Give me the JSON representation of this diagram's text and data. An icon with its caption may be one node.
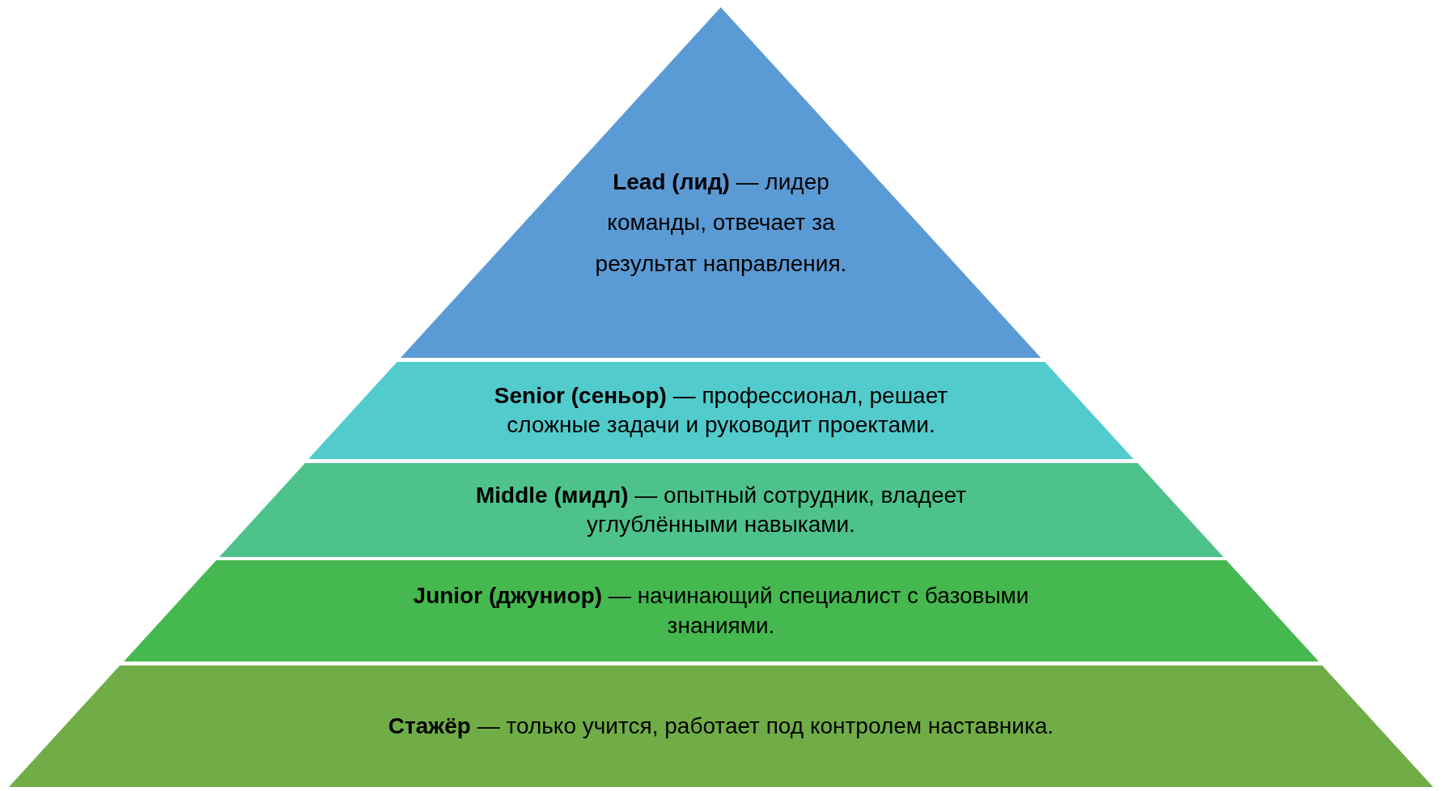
{
  "diagram": {
    "nodes": [
      {
        "text": [
          "**Lead (лид)** — лидер команды, отвечает за результат направления."
        ]
      },
      {
        "text": [
          "**Senior (сеньор)** — профессионал, решает сложные задачи и руководит проектами."
        ]
      },
      {
        "text": [
          "**Middle (мидл)** — опытный сотрудник, владеет углублёнными навыками."
        ]
      },
      {
        "text": [
          "**Junior (джуниор)** — начинающий специалист с базовыми знаниями."
        ]
      },
      {
        "text": [
          "**Стажёр** — только учится, работает под контролем наставника."
        ]
      }
    ]
  }
}
